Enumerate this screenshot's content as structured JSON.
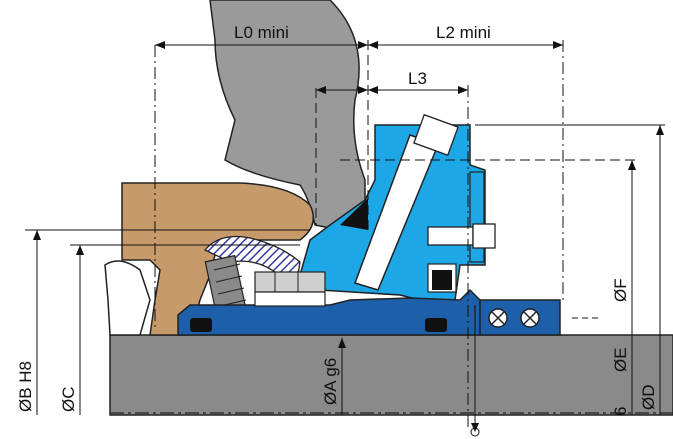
{
  "labels": {
    "l0": "L0 mini",
    "l2": "L2 mini",
    "l3": "L3",
    "b": "ØB H8",
    "c": "ØC",
    "a": "ØA g6",
    "e": "ØE",
    "f": "ØF",
    "d": "ØD",
    "six": "6"
  },
  "colors": {
    "housing": "#c69a6b",
    "gland_blue": "#1ea7e6",
    "sleeve_navy": "#1d5fa8",
    "shaft_gray": "#8a8a8a",
    "chamber_gray": "#9a9a9a",
    "bellows": "#3a3aa0",
    "black": "#111111"
  }
}
